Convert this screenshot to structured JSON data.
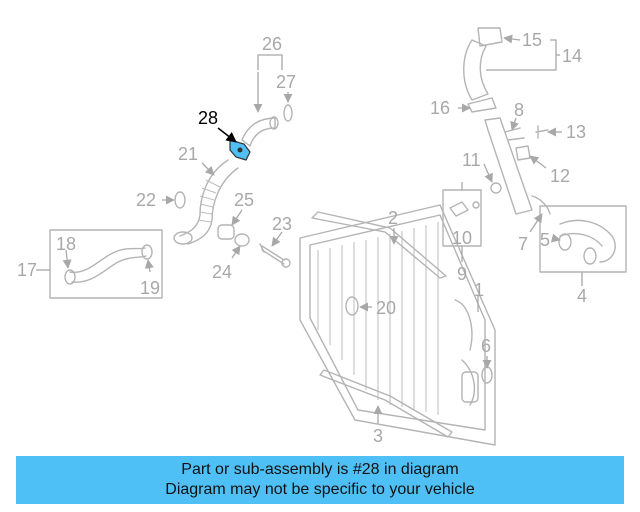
{
  "diagram": {
    "callouts": [
      "1",
      "2",
      "3",
      "4",
      "5",
      "6",
      "7",
      "8",
      "9",
      "10",
      "11",
      "12",
      "13",
      "14",
      "15",
      "16",
      "17",
      "18",
      "19",
      "20",
      "21",
      "22",
      "23",
      "24",
      "25",
      "26",
      "27",
      "28"
    ],
    "highlighted_part": "28",
    "highlight_color": "#4fc0f6",
    "line_color": "#b4b4b4"
  },
  "banner": {
    "line1": "Part or sub-assembly is #28 in diagram",
    "line2": "Diagram may not be specific to your vehicle",
    "background": "#4fc0f6"
  }
}
